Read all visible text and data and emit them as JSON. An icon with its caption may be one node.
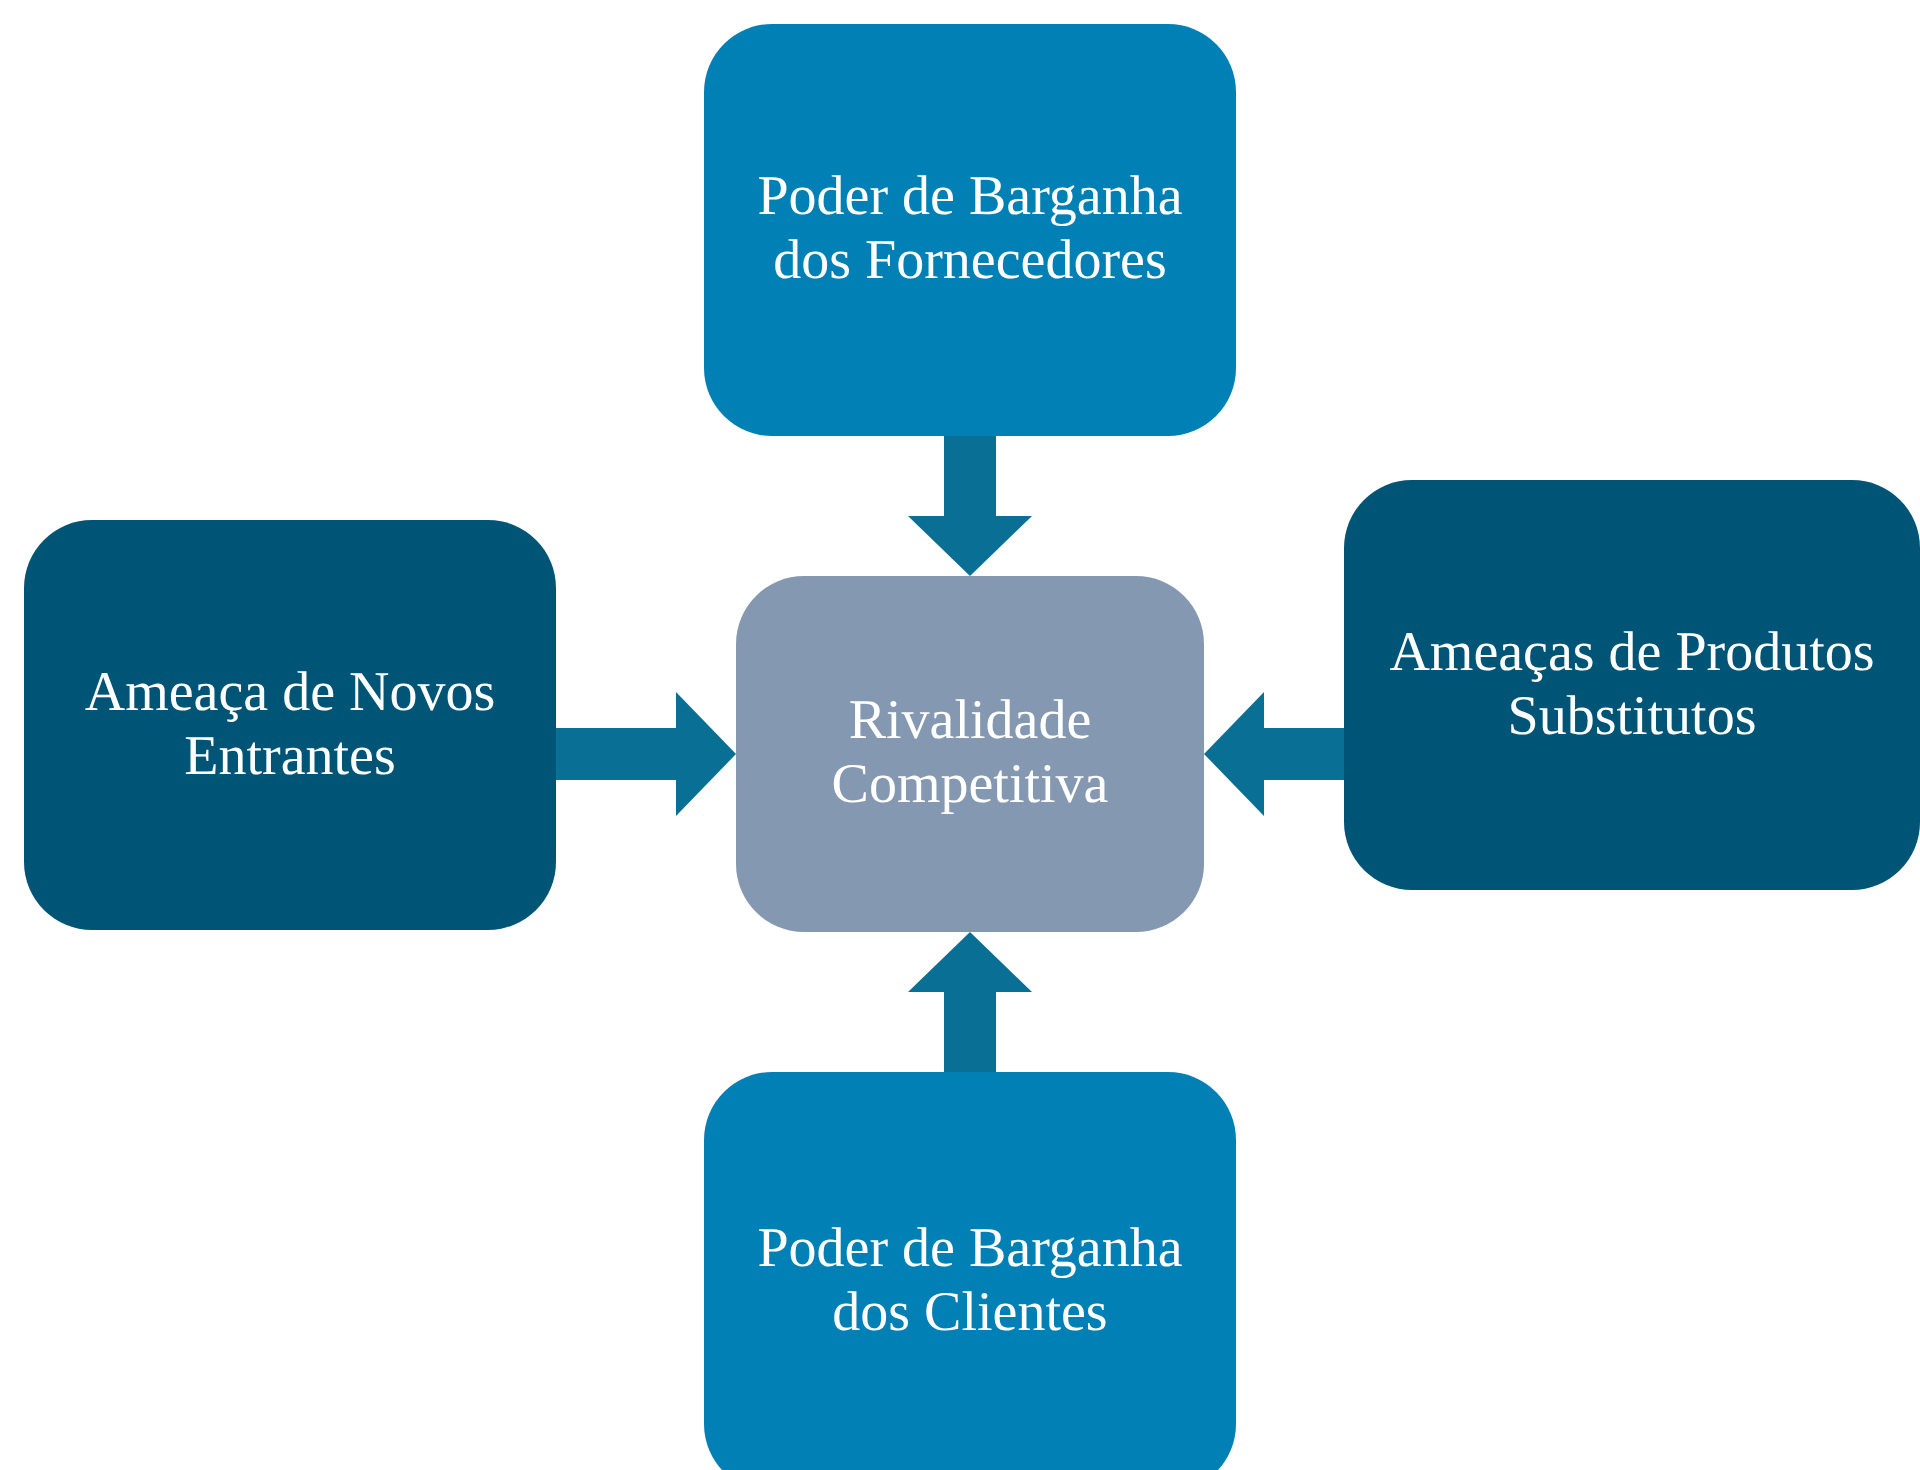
{
  "diagram": {
    "nodes": [
      {
        "text": [
          "Poder de Barganha dos Fornecedores"
        ]
      },
      {
        "text": [
          "Ameaça de Novos Entrantes"
        ]
      },
      {
        "text": [
          "Rivalidade Competitiva"
        ]
      },
      {
        "text": [
          "Ameaças de Produtos Substitutos"
        ]
      },
      {
        "text": [
          "Poder de Barganha dos Clientes"
        ]
      }
    ],
    "edges": [
      {
        "from": 0,
        "to": 2,
        "arrow": "to"
      },
      {
        "from": 1,
        "to": 2,
        "arrow": "to"
      },
      {
        "from": 3,
        "to": 2,
        "arrow": "to"
      },
      {
        "from": 4,
        "to": 2,
        "arrow": "to"
      }
    ]
  }
}
